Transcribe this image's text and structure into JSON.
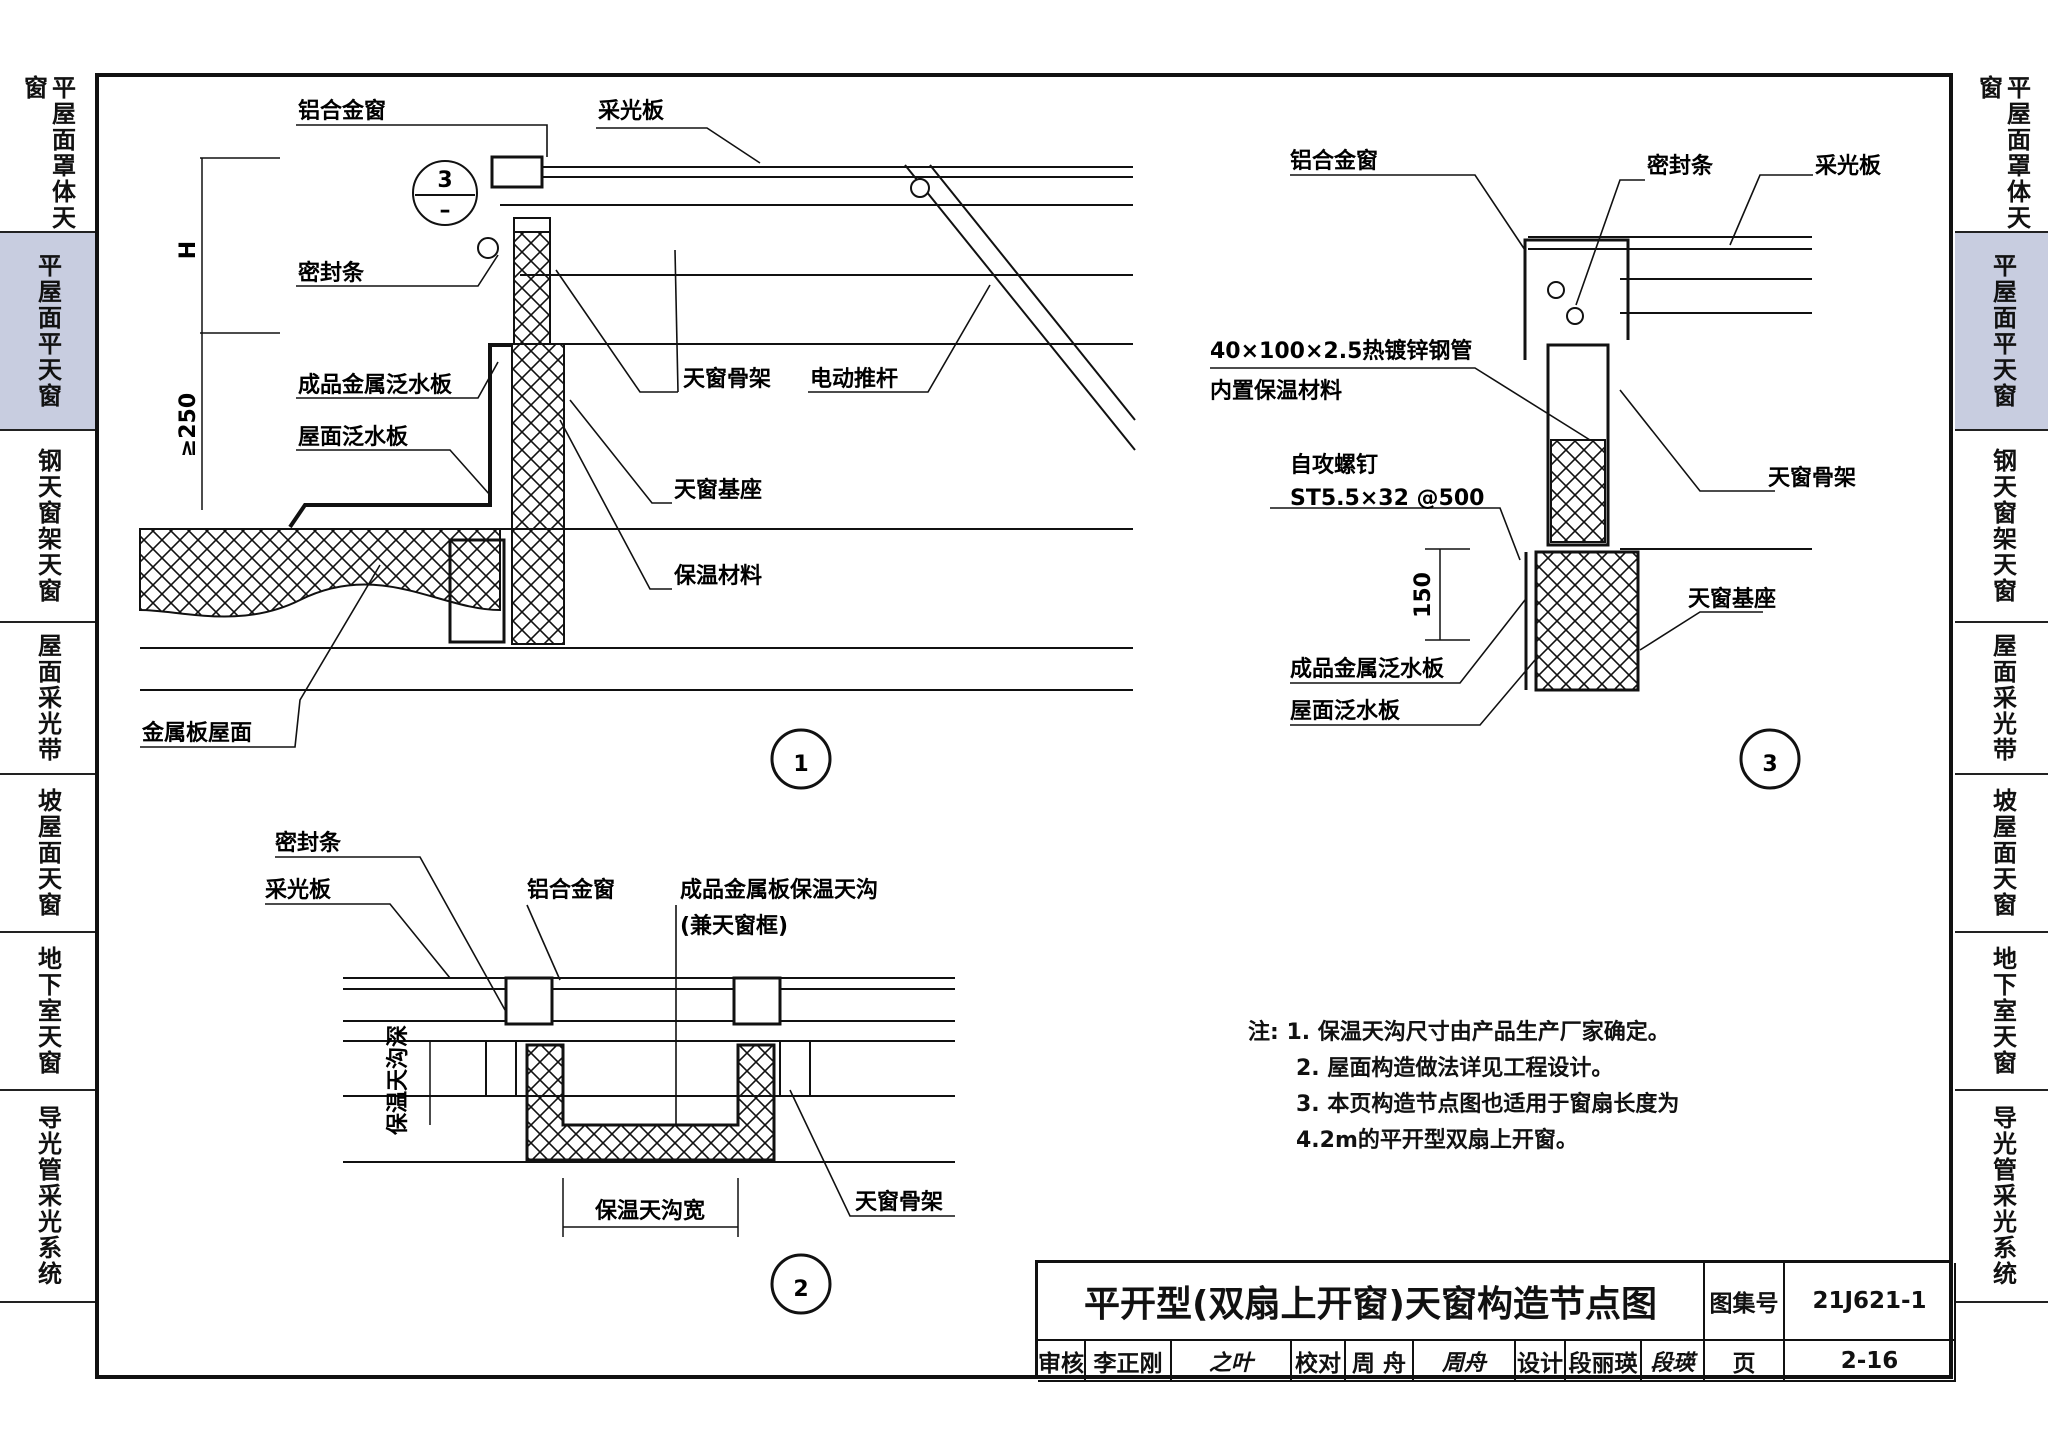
{
  "sidebar_left": [
    {
      "label": "平屋面罩体天窗",
      "active": false
    },
    {
      "label": "平屋面平天窗",
      "active": true
    },
    {
      "label": "钢天窗架天窗",
      "active": false
    },
    {
      "label": "屋面采光带",
      "active": false
    },
    {
      "label": "坡屋面天窗",
      "active": false
    },
    {
      "label": "地下室天窗",
      "active": false
    },
    {
      "label": "导光管采光系统",
      "active": false
    }
  ],
  "sidebar_right": [
    {
      "label": "平屋面罩体天窗",
      "active": false
    },
    {
      "label": "平屋面平天窗",
      "active": true
    },
    {
      "label": "钢天窗架天窗",
      "active": false
    },
    {
      "label": "屋面采光带",
      "active": false
    },
    {
      "label": "坡屋面天窗",
      "active": false
    },
    {
      "label": "地下室天窗",
      "active": false
    },
    {
      "label": "导光管采光系统",
      "active": false
    }
  ],
  "detail1": {
    "number": "1",
    "ref_top": "3",
    "ref_bottom": "–",
    "dim_H": "H",
    "dim_250": "≥250",
    "labels": {
      "aluminum_window": "铝合金窗",
      "light_panel": "采光板",
      "seal_strip": "密封条",
      "metal_flashing": "成品金属泛水板",
      "roof_flashing": "屋面泛水板",
      "skylight_frame": "天窗骨架",
      "electric_actuator": "电动推杆",
      "skylight_base": "天窗基座",
      "insulation": "保温材料",
      "metal_roof": "金属板屋面"
    }
  },
  "detail2": {
    "number": "2",
    "labels": {
      "seal_strip": "密封条",
      "light_panel": "采光板",
      "aluminum_window": "铝合金窗",
      "gutter": "成品金属板保温天沟",
      "gutter_sub": "(兼天窗框)",
      "gutter_depth": "保温天沟深",
      "gutter_width": "保温天沟宽",
      "skylight_frame": "天窗骨架"
    }
  },
  "detail3": {
    "number": "3",
    "dim_150": "150",
    "labels": {
      "aluminum_window": "铝合金窗",
      "seal_strip": "密封条",
      "light_panel": "采光板",
      "steel_tube": "40×100×2.5热镀锌钢管",
      "steel_tube_sub": "内置保温材料",
      "screw": "自攻螺钉",
      "screw_spec": "ST5.5×32  @500",
      "skylight_frame": "天窗骨架",
      "skylight_base": "天窗基座",
      "metal_flashing": "成品金属泛水板",
      "roof_flashing": "屋面泛水板"
    }
  },
  "notes": {
    "prefix": "注:",
    "items": [
      "1. 保温天沟尺寸由产品生产厂家确定。",
      "2. 屋面构造做法详见工程设计。",
      "3. 本页构造节点图也适用于窗扇长度为",
      "    4.2m的平开型双扇上开窗。"
    ]
  },
  "titleblock": {
    "title": "平开型(双扇上开窗)天窗构造节点图",
    "atlas_label": "图集号",
    "atlas_no": "21J621-1",
    "review_label": "审核",
    "reviewer": "李正刚",
    "reviewer_sig": "之叶",
    "check_label": "校对",
    "checker": "周 舟",
    "checker_sig": "周舟",
    "design_label": "设计",
    "designer": "段丽瑛",
    "designer_sig": "段瑛",
    "page_label": "页",
    "page_no": "2-16"
  }
}
